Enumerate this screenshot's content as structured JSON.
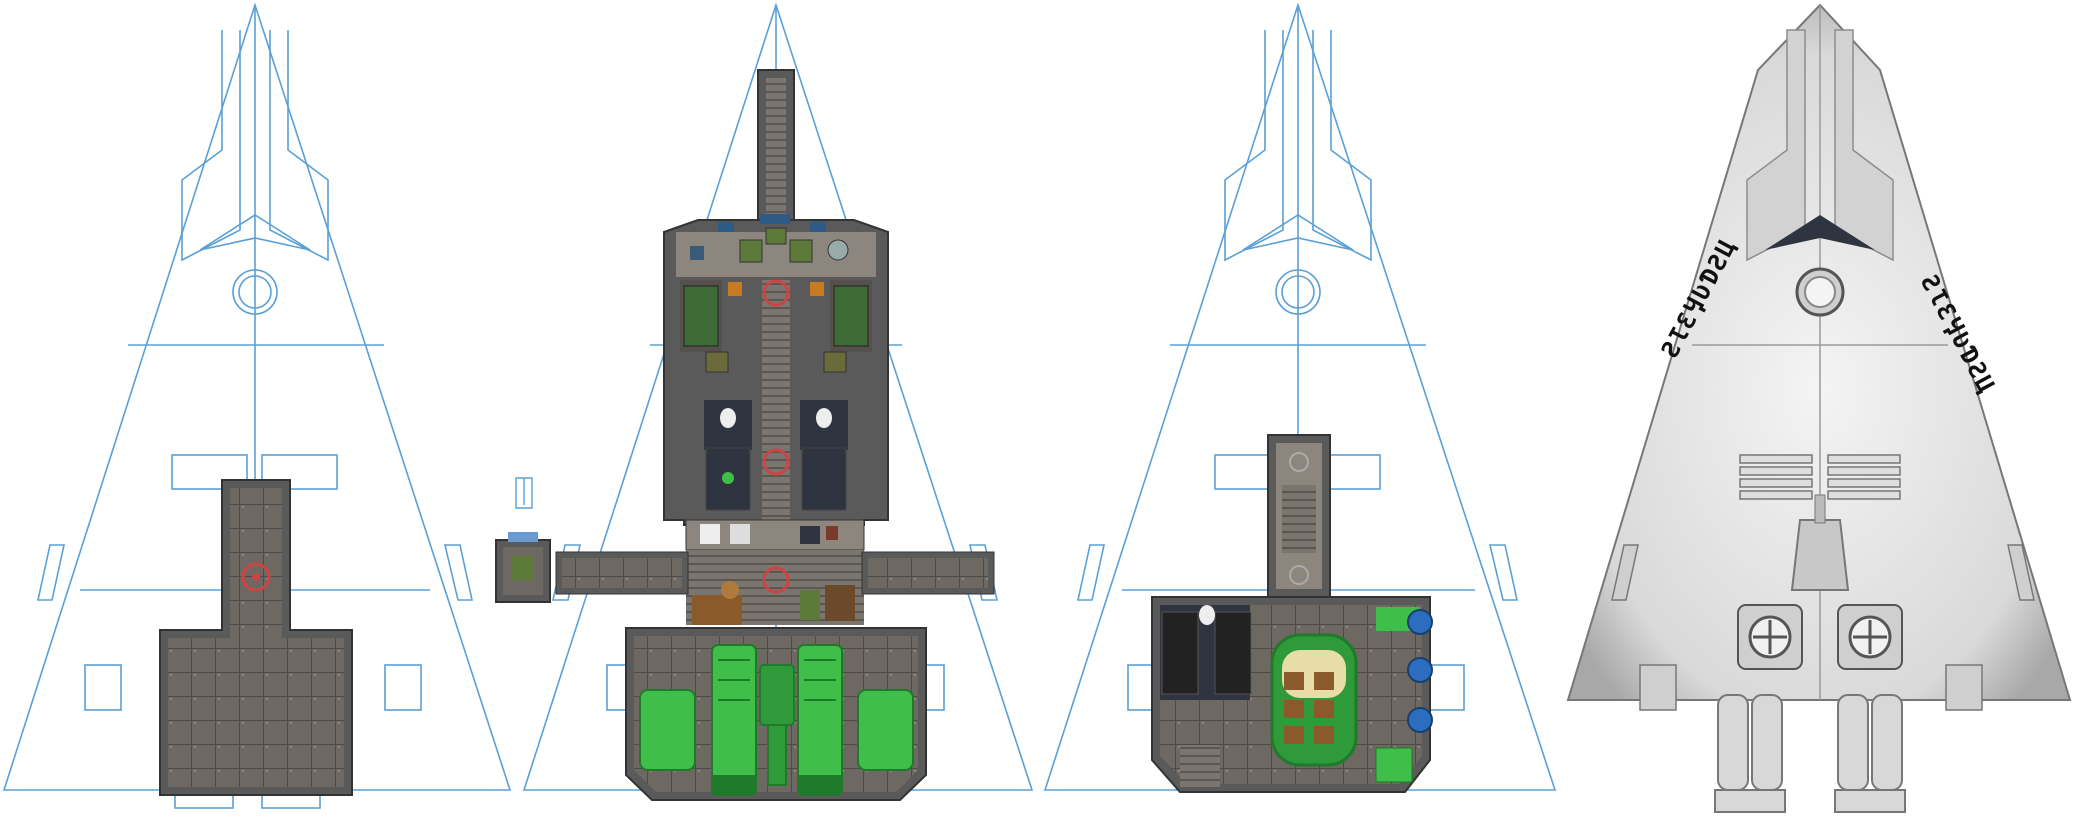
{
  "views": [
    {
      "id": "deck-lower",
      "kind": "blueprint"
    },
    {
      "id": "deck-main",
      "kind": "blueprint"
    },
    {
      "id": "deck-upper",
      "kind": "blueprint"
    },
    {
      "id": "hull-exterior",
      "kind": "exterior"
    }
  ],
  "hull_markings": {
    "left": "ƧƖƐӋƲƊƧЦ",
    "right": "ƧƖƐӋƲƊƧЦ"
  },
  "colors": {
    "blueprint_line": "#5aa0d6",
    "floor": "#6a6560",
    "floor_dark": "#55504b",
    "wall": "#5a5a5a",
    "machinery": "#3fbf4a",
    "machinery_dark": "#1f7a2a",
    "bed": "#3e6b35",
    "crate": "#8a5a2a",
    "hull": "#e6e6e6",
    "hull_shade": "#bdbdbd",
    "window": "#2e3440"
  }
}
